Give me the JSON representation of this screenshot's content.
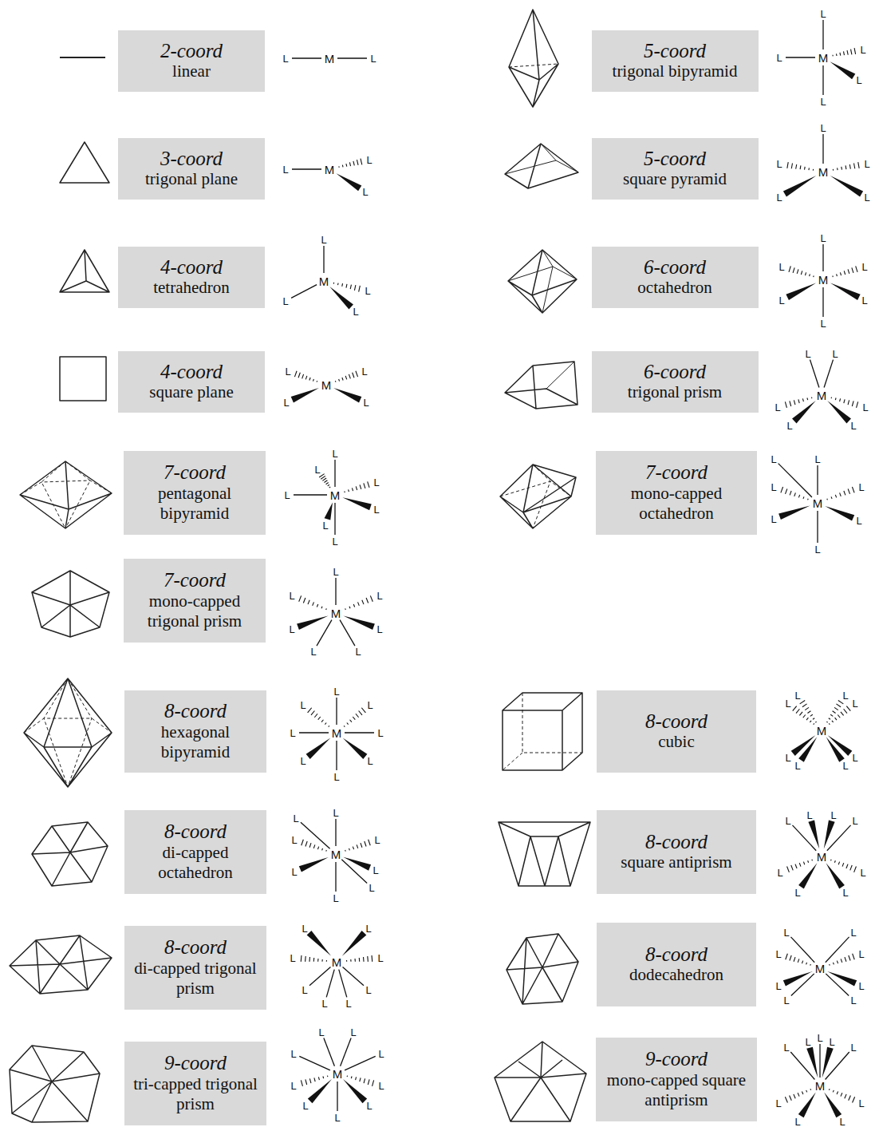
{
  "diagram": {
    "nodes": [
      {
        "text": [
          "2-coord",
          "linear"
        ]
      },
      {
        "text": [
          "5-coord",
          "trigonal bipyramid"
        ]
      },
      {
        "text": [
          "3-coord",
          "trigonal plane"
        ]
      },
      {
        "text": [
          "5-coord",
          "square pyramid"
        ]
      },
      {
        "text": [
          "4-coord",
          "tetrahedron"
        ]
      },
      {
        "text": [
          "6-coord",
          "octahedron"
        ]
      },
      {
        "text": [
          "4-coord",
          "square plane"
        ]
      },
      {
        "text": [
          "6-coord",
          "trigonal prism"
        ]
      },
      {
        "text": [
          "7-coord",
          "pentagonal bipyramid"
        ]
      },
      {
        "text": [
          "7-coord",
          "mono-capped octahedron"
        ]
      },
      {
        "text": [
          "7-coord",
          "mono-capped trigonal prism"
        ]
      },
      {
        "text": [
          "8-coord",
          "hexagonal bipyramid"
        ]
      },
      {
        "text": [
          "8-coord",
          "cubic"
        ]
      },
      {
        "text": [
          "8-coord",
          "di-capped octahedron"
        ]
      },
      {
        "text": [
          "8-coord",
          "square antiprism"
        ]
      },
      {
        "text": [
          "8-coord",
          "di-capped trigonal prism"
        ]
      },
      {
        "text": [
          "8-coord",
          "dodecahedron"
        ]
      },
      {
        "text": [
          "9-coord",
          "tri-capped trigonal prism"
        ]
      },
      {
        "text": [
          "9-coord",
          "mono-capped square antiprism"
        ]
      }
    ],
    "labels": [
      "M",
      "L",
      "L",
      "M",
      "L",
      "L",
      "L",
      "L",
      "L",
      "M",
      "L",
      "L",
      "L",
      "M",
      "L",
      "L",
      "L",
      "L",
      "L",
      "M",
      "L",
      "L",
      "L",
      "L",
      "M",
      "L",
      "L",
      "L",
      "L",
      "L",
      "L",
      "M",
      "L",
      "L",
      "L",
      "L",
      "M",
      "L",
      "L",
      "L",
      "L",
      "L",
      "L",
      "M",
      "L",
      "L",
      "L",
      "L",
      "L",
      "L",
      "L",
      "M",
      "L",
      "L",
      "L",
      "L",
      "L",
      "L",
      "L",
      "M",
      "L",
      "L",
      "L",
      "L",
      "L",
      "L",
      "L",
      "M",
      "L",
      "L",
      "L",
      "L",
      "L",
      "L",
      "L",
      "L",
      "M",
      "L",
      "L",
      "L",
      "L",
      "L",
      "L",
      "L",
      "L",
      "M",
      "L",
      "L",
      "L",
      "L",
      "L",
      "L",
      "L",
      "L",
      "M",
      "L",
      "L",
      "L",
      "L",
      "L",
      "L",
      "L",
      "L",
      "M",
      "L",
      "L",
      "L",
      "L",
      "L",
      "L",
      "L",
      "L",
      "M",
      "L",
      "L",
      "L",
      "L",
      "L",
      "L",
      "L",
      "L",
      "M",
      "L",
      "L",
      "L",
      "L",
      "L",
      "L",
      "L",
      "L",
      "L",
      "M",
      "L",
      "L",
      "L",
      "L",
      "L",
      "L",
      "L",
      "L",
      "L"
    ]
  }
}
